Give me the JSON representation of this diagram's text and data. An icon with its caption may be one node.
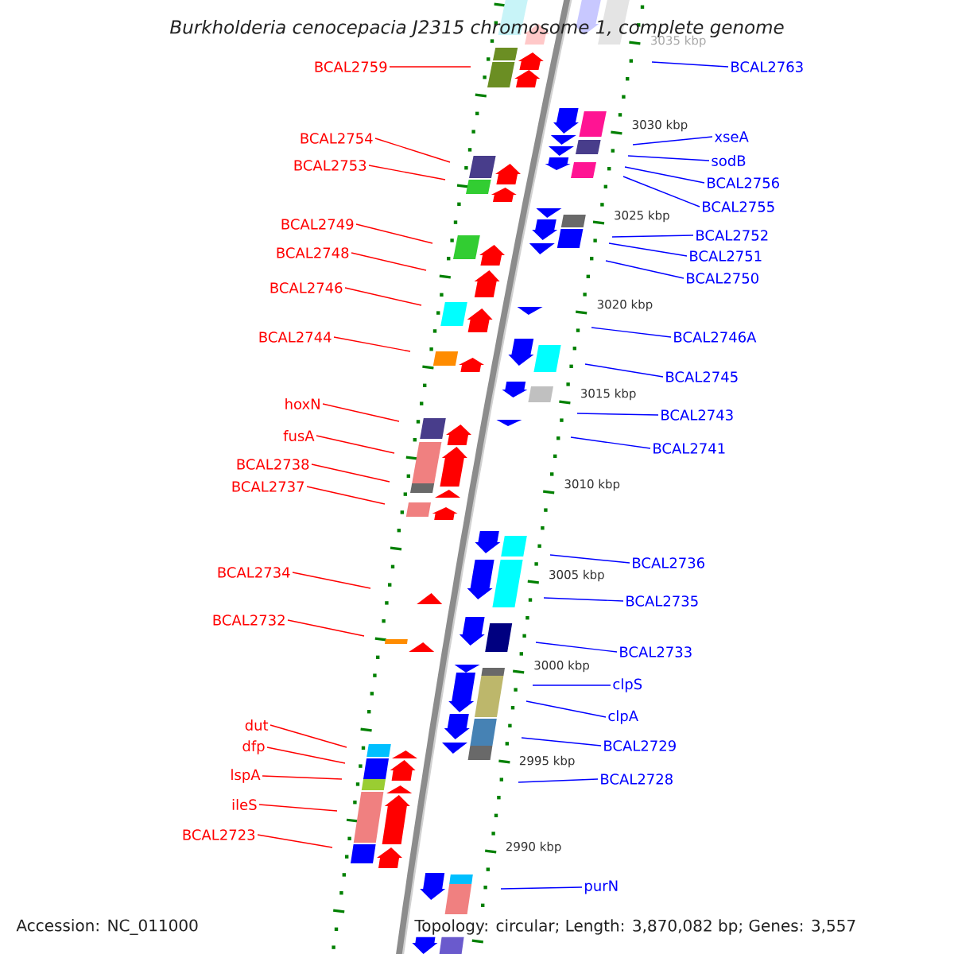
{
  "diagram": {
    "title": "Burkholderia cenocepacia J2315 chromosome 1, complete genome",
    "nodes": [
      {
        "text": [
          "BCAL2763"
        ]
      },
      {
        "text": [
          "BCAL2759"
        ]
      },
      {
        "text": [
          "xseA"
        ]
      },
      {
        "text": [
          "BCAL2754"
        ]
      },
      {
        "text": [
          "sodB"
        ]
      },
      {
        "text": [
          "BCAL2753"
        ]
      },
      {
        "text": [
          "BCAL2756"
        ]
      },
      {
        "text": [
          "BCAL2755"
        ]
      },
      {
        "text": [
          "BCAL2749"
        ]
      },
      {
        "text": [
          "BCAL2752"
        ]
      },
      {
        "text": [
          "BCAL2748"
        ]
      },
      {
        "text": [
          "BCAL2751"
        ]
      },
      {
        "text": [
          "BCAL2750"
        ]
      },
      {
        "text": [
          "BCAL2746"
        ]
      },
      {
        "text": [
          "BCAL2744"
        ]
      },
      {
        "text": [
          "BCAL2746A"
        ]
      },
      {
        "text": [
          "BCAL2745"
        ]
      },
      {
        "text": [
          "hoxN"
        ]
      },
      {
        "text": [
          "BCAL2743"
        ]
      },
      {
        "text": [
          "fusA"
        ]
      },
      {
        "text": [
          "BCAL2741"
        ]
      },
      {
        "text": [
          "BCAL2738"
        ]
      },
      {
        "text": [
          "BCAL2737"
        ]
      },
      {
        "text": [
          "BCAL2736"
        ]
      },
      {
        "text": [
          "BCAL2734"
        ]
      },
      {
        "text": [
          "BCAL2735"
        ]
      },
      {
        "text": [
          "BCAL2732"
        ]
      },
      {
        "text": [
          "BCAL2733"
        ]
      },
      {
        "text": [
          "clpS"
        ]
      },
      {
        "text": [
          "clpA"
        ]
      },
      {
        "text": [
          "dut"
        ]
      },
      {
        "text": [
          "BCAL2729"
        ]
      },
      {
        "text": [
          "dfp"
        ]
      },
      {
        "text": [
          "BCAL2728"
        ]
      },
      {
        "text": [
          "lspA"
        ]
      },
      {
        "text": [
          "ileS"
        ]
      },
      {
        "text": [
          "BCAL2723"
        ]
      },
      {
        "text": [
          "purN"
        ]
      }
    ],
    "edges": [
      {
        "from": 0,
        "to": null,
        "arrow": "none"
      },
      {
        "from": 1,
        "to": null,
        "arrow": "none",
        "color": "#ff0000"
      },
      {
        "from": 2,
        "to": null,
        "arrow": "none"
      },
      {
        "from": 3,
        "to": null,
        "arrow": "none",
        "color": "#ff0000"
      },
      {
        "from": 4,
        "to": null,
        "arrow": "none"
      },
      {
        "from": 5,
        "to": null,
        "arrow": "none",
        "color": "#ff0000"
      },
      {
        "from": 6,
        "to": null,
        "arrow": "none"
      },
      {
        "from": 7,
        "to": null,
        "arrow": "none"
      },
      {
        "from": 8,
        "to": null,
        "arrow": "none",
        "color": "#ff0000"
      },
      {
        "from": 9,
        "to": null,
        "arrow": "none"
      },
      {
        "from": 10,
        "to": null,
        "arrow": "none",
        "color": "#ff0000"
      },
      {
        "from": 11,
        "to": null,
        "arrow": "none"
      },
      {
        "from": 12,
        "to": null,
        "arrow": "none"
      },
      {
        "from": 13,
        "to": null,
        "arrow": "none",
        "color": "#ff0000"
      },
      {
        "from": 14,
        "to": null,
        "arrow": "none",
        "color": "#ff0000"
      },
      {
        "from": 15,
        "to": null,
        "arrow": "none"
      },
      {
        "from": 16,
        "to": null,
        "arrow": "none"
      },
      {
        "from": 17,
        "to": null,
        "arrow": "none",
        "color": "#ff0000"
      },
      {
        "from": 18,
        "to": null,
        "arrow": "none"
      },
      {
        "from": 19,
        "to": null,
        "arrow": "none",
        "color": "#ff0000"
      },
      {
        "from": 20,
        "to": null,
        "arrow": "none"
      },
      {
        "from": 21,
        "to": null,
        "arrow": "none",
        "color": "#ff0000"
      },
      {
        "from": 22,
        "to": null,
        "arrow": "none",
        "color": "#ff0000"
      },
      {
        "from": 23,
        "to": null,
        "arrow": "none"
      },
      {
        "from": 24,
        "to": null,
        "arrow": "none",
        "color": "#ff0000"
      },
      {
        "from": 25,
        "to": null,
        "arrow": "none"
      },
      {
        "from": 26,
        "to": null,
        "arrow": "none",
        "color": "#ff0000"
      },
      {
        "from": 27,
        "to": null,
        "arrow": "none"
      },
      {
        "from": 28,
        "to": null,
        "arrow": "none"
      },
      {
        "from": 29,
        "to": null,
        "arrow": "none"
      },
      {
        "from": 30,
        "to": null,
        "arrow": "none",
        "color": "#ff0000"
      },
      {
        "from": 31,
        "to": null,
        "arrow": "none"
      },
      {
        "from": 32,
        "to": null,
        "arrow": "none",
        "color": "#ff0000"
      },
      {
        "from": 33,
        "to": null,
        "arrow": "none"
      },
      {
        "from": 34,
        "to": null,
        "arrow": "none",
        "color": "#ff0000"
      },
      {
        "from": 35,
        "to": null,
        "arrow": "none",
        "color": "#ff0000"
      },
      {
        "from": 36,
        "to": null,
        "arrow": "none",
        "color": "#ff0000"
      },
      {
        "from": 37,
        "to": null,
        "arrow": "none"
      }
    ],
    "labels": [
      "3035 kbp",
      "3030 kbp",
      "3025 kbp",
      "3020 kbp",
      "3015 kbp",
      "3010 kbp",
      "3005 kbp",
      "3000 kbp",
      "2995 kbp",
      "2990 kbp",
      "Accession: NC_011000",
      "Topology: circular; Length: 3,870,082 bp; Genes: 3,557"
    ]
  }
}
